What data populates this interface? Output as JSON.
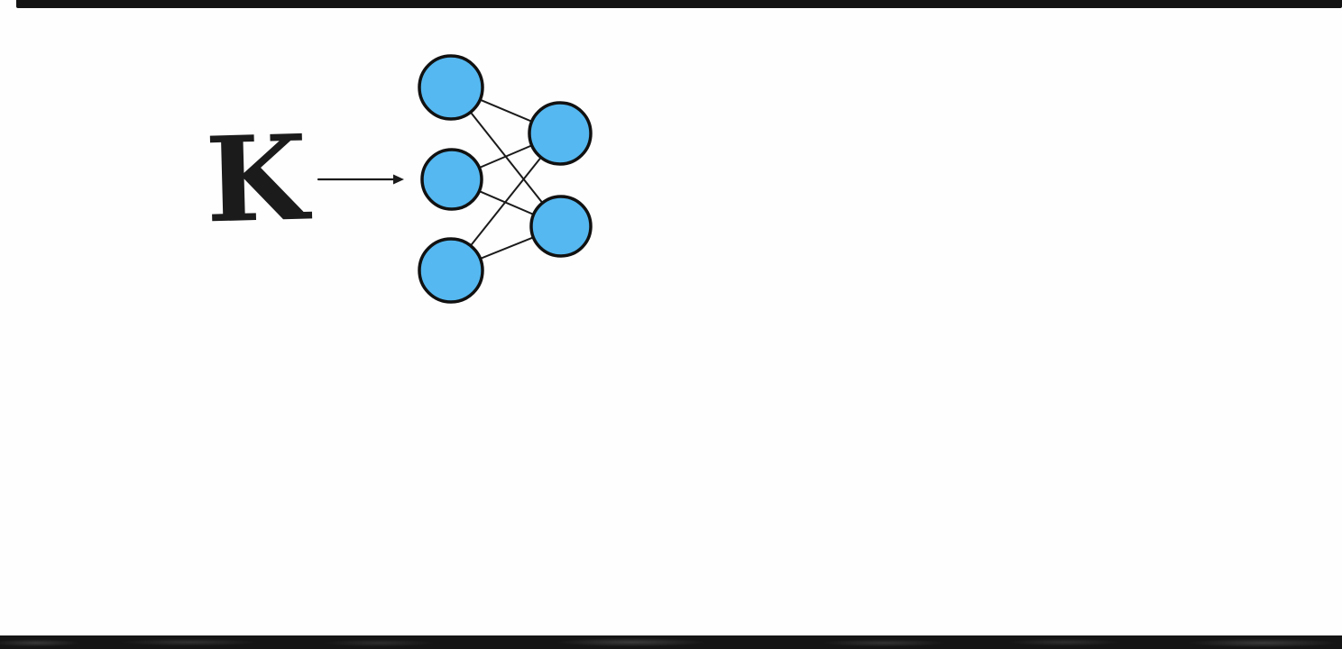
{
  "diagram": {
    "input_label": "K",
    "ink_color": "#1b1b1b",
    "arrow": {
      "color": "#1b1b1b"
    },
    "network": {
      "layers": [
        3,
        2
      ],
      "node_fill": "#55b8f0",
      "node_stroke": "#111111",
      "edge_color": "#1b1b1b"
    }
  },
  "frame": {
    "top_bar_color": "#131313",
    "bottom_bar_color": "#151515"
  }
}
